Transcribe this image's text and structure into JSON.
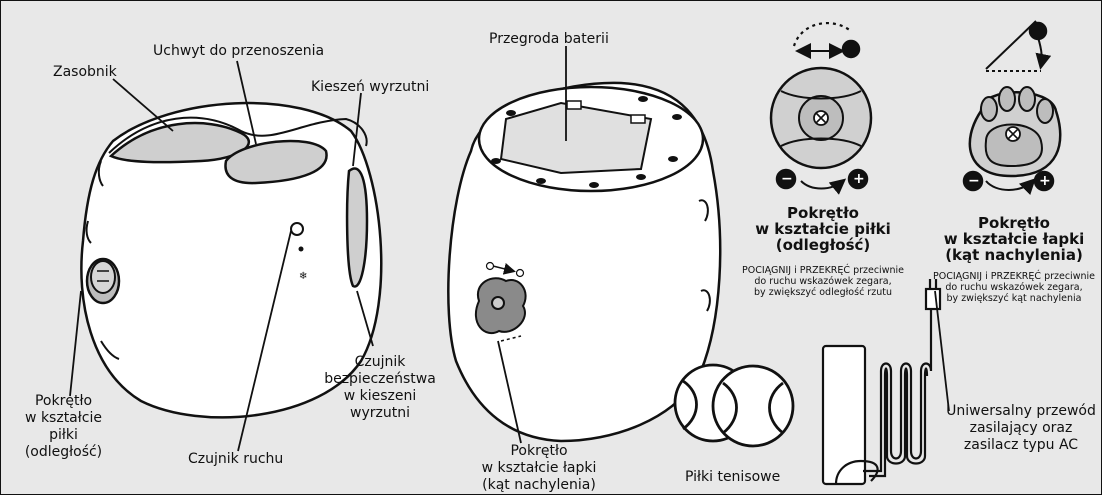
{
  "labels": {
    "hopper": "Zasobnik",
    "handle": "Uchwyt do przenoszenia",
    "launch_pocket": "Kieszeń wyrzutni",
    "battery": "Przegroda baterii",
    "safety_sensor": [
      "Czujnik",
      "bezpieczeństwa",
      "w kieszeni",
      "wyrzutni"
    ],
    "ball_knob_left": [
      "Pokrętło",
      "w kształcie",
      "piłki",
      "(odległość)"
    ],
    "motion_sensor": "Czujnik ruchu",
    "paw_knob_bottom": [
      "Pokrętło",
      "w kształcie łapki",
      "(kąt nachylenia)"
    ],
    "tennis_balls": "Piłki tenisowe",
    "power_cord": [
      "Uniwersalny przewód",
      "zasilający oraz",
      "zasilacz typu AC"
    ]
  },
  "ball_knob": {
    "title": [
      "Pokrętło",
      "w kształcie piłki",
      "(odległość)"
    ],
    "instructions": [
      "POCIĄGNIJ i PRZEKRĘĆ przeciwnie",
      "do ruchu wskazówek zegara,",
      "by zwiększyć odległość rzutu"
    ]
  },
  "paw_knob": {
    "title": [
      "Pokrętło",
      "w kształcie łapki",
      "(kąt nachylenia)"
    ],
    "instructions": [
      "POCIĄGNIJ i PRZEKRĘĆ przeciwnie",
      "do ruchu wskazówek zegara,",
      "by zwiększyć kąt nachylenia"
    ]
  },
  "symbols": {
    "minus": "−",
    "plus": "+"
  },
  "colors": {
    "background": "#e8e8e8",
    "line": "#111111",
    "knob_fill": "#d0d0d0",
    "hopper_fill": "#cfcfcf"
  }
}
